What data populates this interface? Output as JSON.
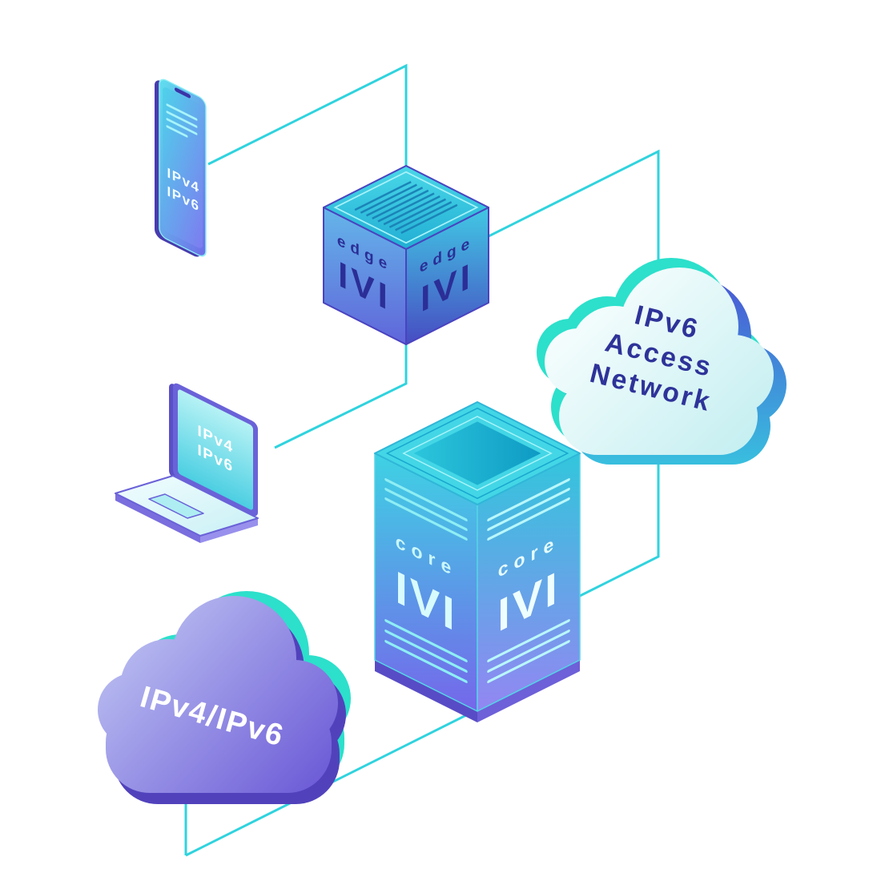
{
  "diagram": {
    "colors": {
      "connector_line": "#2fd3de",
      "teal_rim": "#2ce0cb",
      "navy_text": "#2e3399",
      "white_text": "#ffffff"
    },
    "phone": {
      "line1": "IPv4",
      "line2": "IPv6"
    },
    "laptop": {
      "line1": "IPv4",
      "line2": "IPv6"
    },
    "edge_cube": {
      "left": {
        "name": "edge",
        "ivi": "IVI"
      },
      "right": {
        "name": "edge",
        "ivi": "IVI"
      }
    },
    "core_server": {
      "left": {
        "name": "core",
        "ivi": "IVI"
      },
      "right": {
        "name": "core",
        "ivi": "IVI"
      }
    },
    "cloud_access": {
      "line1": "IPv6",
      "line2": "Access",
      "line3": "Network"
    },
    "cloud_dual": {
      "label": "IPv4/IPv6"
    }
  }
}
